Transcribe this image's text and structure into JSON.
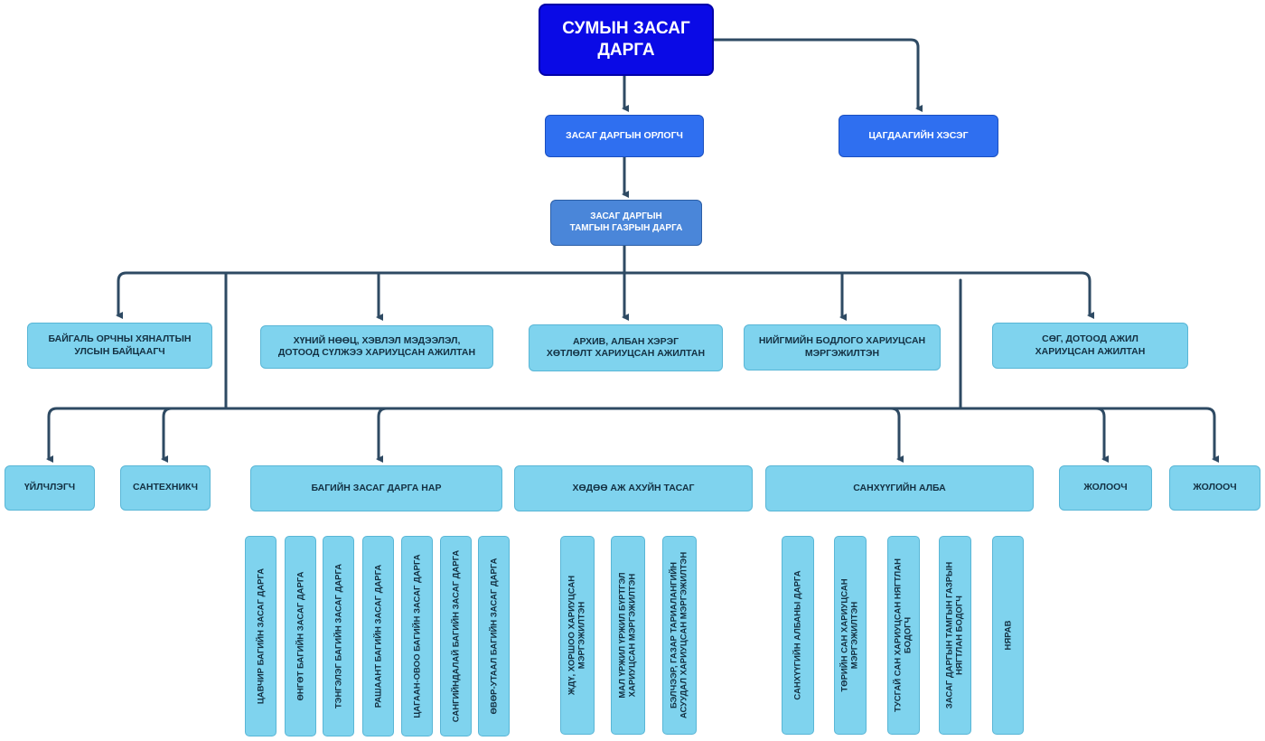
{
  "org": {
    "head": "СУМЫН ЗАСАГ\nДАРГА",
    "deputy": "ЗАСАГ ДАРГЫН ОРЛОГЧ",
    "police": "ЦАГДААГИЙН ХЭСЭГ",
    "chief": "ЗАСАГ ДАРГЫН\nТАМГЫН ГАЗРЫН ДАРГА",
    "level3": [
      "БАЙГАЛЬ ОРЧНЫ ХЯНАЛТЫН\nУЛСЫН БАЙЦААГЧ",
      "ХҮНИЙ НӨӨЦ, ХЭВЛЭЛ МЭДЭЭЛЭЛ,\nДОТООД СҮЛЖЭЭ ХАРИУЦСАН АЖИЛТАН",
      "АРХИВ, АЛБАН ХЭРЭГ\nХӨТЛӨЛТ ХАРИУЦСАН АЖИЛТАН",
      "НИЙГМИЙН БОДЛОГО ХАРИУЦСАН\nМЭРГЭЖИЛТЭН",
      "СӨГ, ДОТООД АЖИЛ\nХАРИУЦСАН АЖИЛТАН"
    ],
    "level4": [
      "ҮЙЛЧЛЭГЧ",
      "САНТЕХНИКЧ",
      "БАГИЙН ЗАСАГ ДАРГА НАР",
      "ХӨДӨӨ АЖ АХУЙН ТАСАГ",
      "САНХҮҮГИЙН АЛБА",
      "ЖОЛООЧ",
      "ЖОЛООЧ"
    ],
    "bag_heads": [
      "ЦАВЧИР БАГИЙН ЗАСАГ ДАРГА",
      "ӨНГӨТ БАГИЙН ЗАСАГ ДАРГА",
      "ТЭНГЭЛЭГ БАГИЙН ЗАСАГ ДАРГА",
      "РАШААНТ БАГИЙН ЗАСАГ ДАРГА",
      "ЦАГААН-ОВОО БАГИЙН ЗАСАГ ДАРГА",
      "САНГИЙНДАЛАЙ БАГИЙН ЗАСАГ ДАРГА",
      "ӨВӨР-УТААЛ БАГИЙН ЗАСАГ ДАРГА"
    ],
    "agri_staff": [
      "ЖДҮ, ХОРШОО ХАРИУЦСАН\nМЭРГЭЖИЛТЭН",
      "МАЛ ҮРЖИЛ ҮРЖИЛ БҮРТГЭЛ\nХАРИУЦСАН МЭРГЭЖИЛТЭН",
      "БЭЛЧЭЭР, ГАЗАР ТАРИАЛАНГИЙН\nАСУУДАЛ ХАРИУЦСАН МЭРГЭЖИЛТЭН"
    ],
    "finance_staff": [
      "САНХҮҮГИЙН АЛБАНЫ ДАРГА",
      "ТӨРИЙН САН ХАРИУЦСАН\nМЭРГЭЖИЛТЭН",
      "ТУСГАЙ САН ХАРИУЦСАН НЯГТЛАН\nБОДОГЧ",
      "ЗАСАГ ДАРГЫН ТАМГЫН ГАЗРЫН\nНЯГТЛАН БОДОГЧ",
      "НЯРАВ"
    ]
  },
  "colors": {
    "head": "#0a0ae6",
    "primary": "#2f6ff0",
    "secondary": "#4a86d9",
    "unit": "#7fd3ee",
    "connector": "#2e4a63"
  }
}
